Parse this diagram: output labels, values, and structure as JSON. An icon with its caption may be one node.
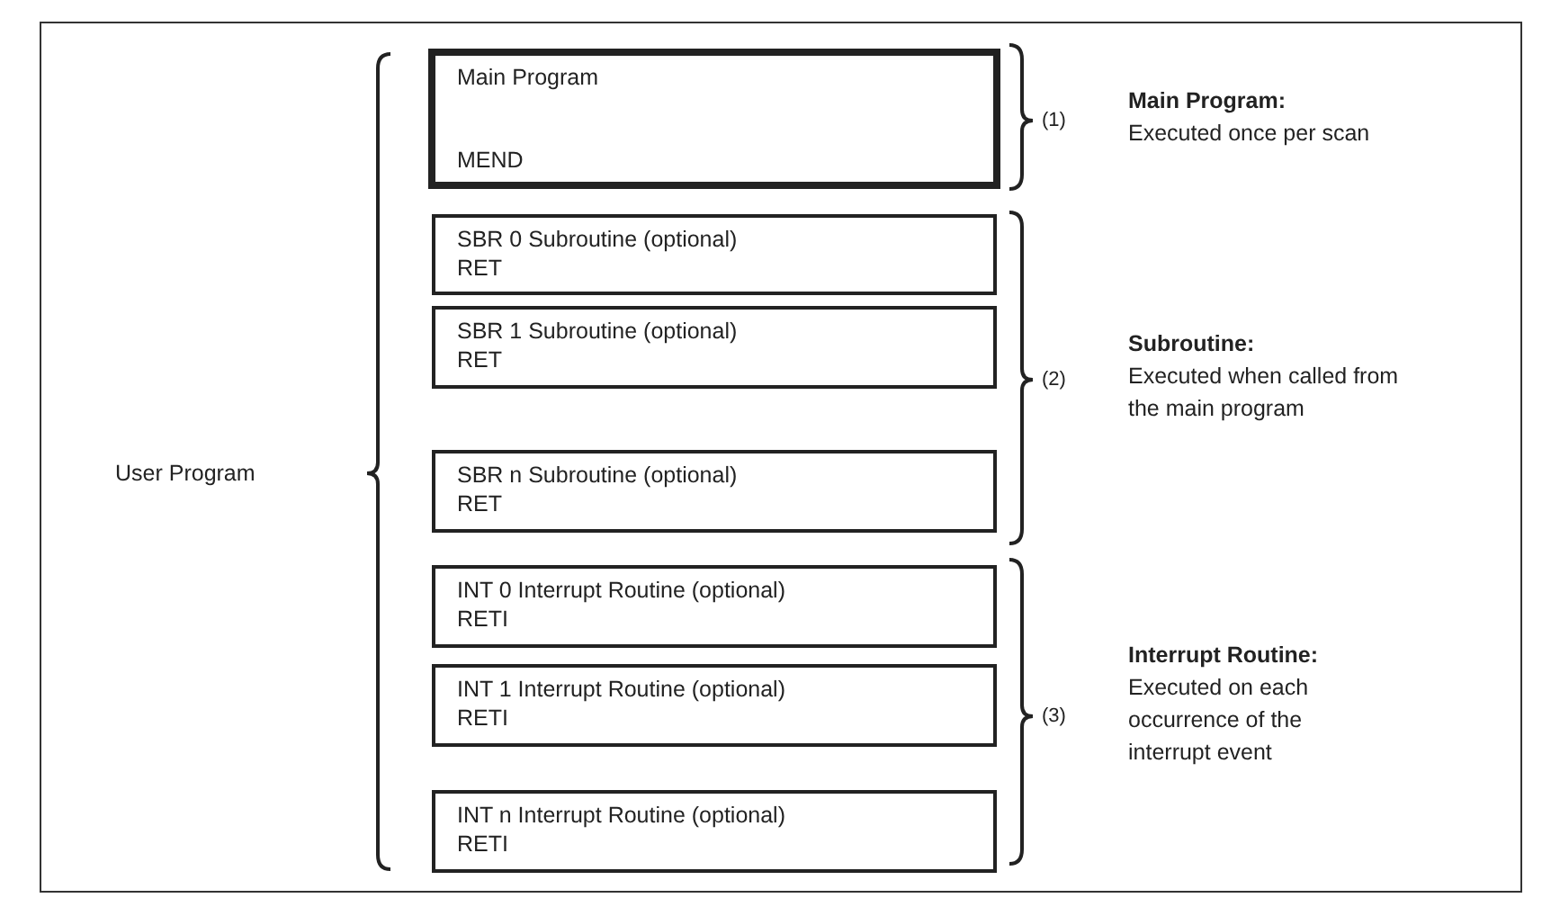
{
  "diagram": {
    "nodes": [
      {
        "text": [
          "Main Program",
          "MEND"
        ]
      },
      {
        "text": [
          "SBR 0 Subroutine (optional)",
          "RET"
        ]
      },
      {
        "text": [
          "SBR 1 Subroutine (optional)",
          "RET"
        ]
      },
      {
        "text": [
          "SBR n Subroutine (optional)",
          "RET"
        ]
      },
      {
        "text": [
          "INT 0 Interrupt Routine (optional)",
          "RETI"
        ]
      },
      {
        "text": [
          "INT 1 Interrupt Routine (optional)",
          "RETI"
        ]
      },
      {
        "text": [
          "INT n Interrupt Routine (optional)",
          "RETI"
        ]
      }
    ],
    "edges": [],
    "labels": [
      "User Program",
      "(1)",
      "Main Program:",
      "Executed once per scan",
      "(2)",
      "Subroutine:",
      "Executed when called from the main program",
      "(3)",
      "Interrupt Routine:",
      "Executed on each occurrence of the interrupt event"
    ]
  }
}
